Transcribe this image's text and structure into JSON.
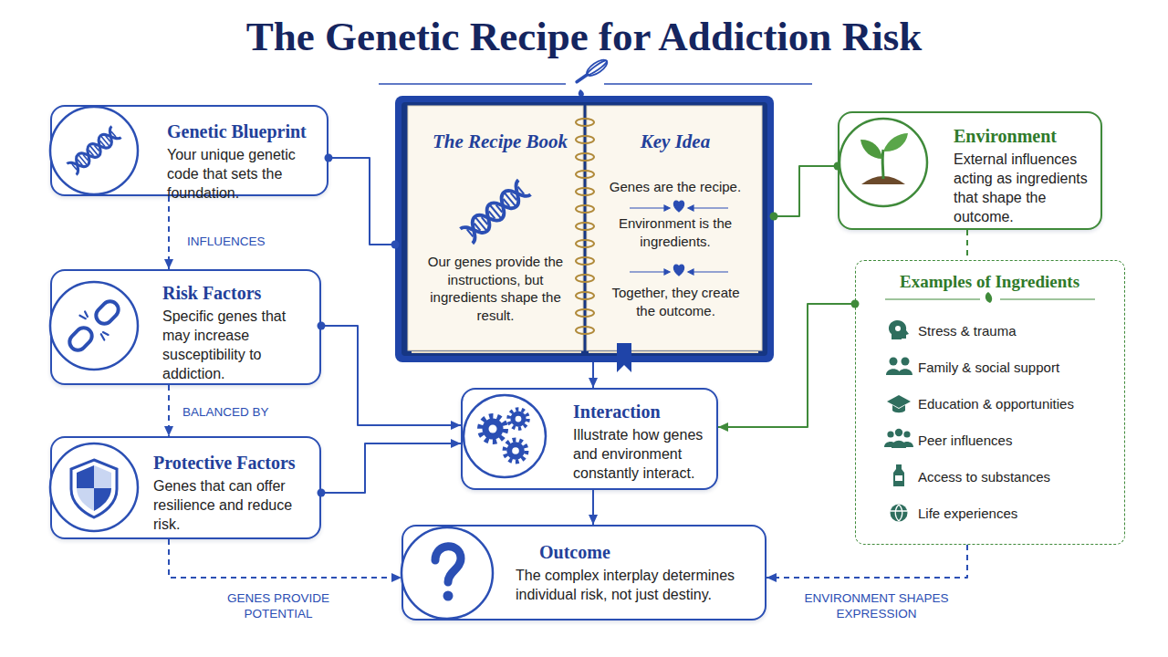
{
  "diagram": {
    "title": "The Genetic Recipe for Addiction Risk",
    "nodes": [
      {
        "text": [
          "Genetic Blueprint",
          "Your unique genetic code that sets the foundation."
        ]
      },
      {
        "text": [
          "Risk Factors",
          "Specific genes that may increase susceptibility to addiction."
        ]
      },
      {
        "text": [
          "Protective Factors",
          "Genes that can offer resilience and reduce risk."
        ]
      },
      {
        "text": [
          "The Recipe Book",
          "Our genes provide the instructions, but ingredients shape the result.",
          "Key Idea",
          "Genes are the recipe.",
          "Environment is the ingredients.",
          "Together, they create the outcome."
        ]
      },
      {
        "text": [
          "Environment",
          "External influences acting as ingredients that shape the outcome."
        ]
      },
      {
        "text": [
          "Examples of Ingredients",
          "Stress & trauma",
          "Family & social support",
          "Education & opportunities",
          "Peer influences",
          "Access to substances",
          "Life experiences"
        ]
      },
      {
        "text": [
          "Interaction",
          "Illustrate how genes and environment constantly interact."
        ]
      },
      {
        "text": [
          "Outcome",
          "The complex interplay determines individual risk, not just destiny."
        ]
      }
    ],
    "edges": [
      {
        "from": 0,
        "to": 1,
        "arrow": "to",
        "label": "INFLUENCES"
      },
      {
        "from": 1,
        "to": 2,
        "arrow": "to",
        "label": "BALANCED BY"
      },
      {
        "from": 0,
        "to": 3,
        "arrow": "none"
      },
      {
        "from": 4,
        "to": 3,
        "arrow": "none"
      },
      {
        "from": 3,
        "to": 6,
        "arrow": "to"
      },
      {
        "from": 1,
        "to": 6,
        "arrow": "to"
      },
      {
        "from": 2,
        "to": 6,
        "arrow": "to"
      },
      {
        "from": 5,
        "to": 6,
        "arrow": "to"
      },
      {
        "from": 6,
        "to": 7,
        "arrow": "to"
      },
      {
        "from": 2,
        "to": 7,
        "arrow": "to",
        "label": "GENES PROVIDE POTENTIAL"
      },
      {
        "from": 5,
        "to": 7,
        "arrow": "to",
        "label": "ENVIRONMENT SHAPES EXPRESSION"
      },
      {
        "from": 4,
        "to": 5,
        "arrow": "none"
      }
    ]
  }
}
